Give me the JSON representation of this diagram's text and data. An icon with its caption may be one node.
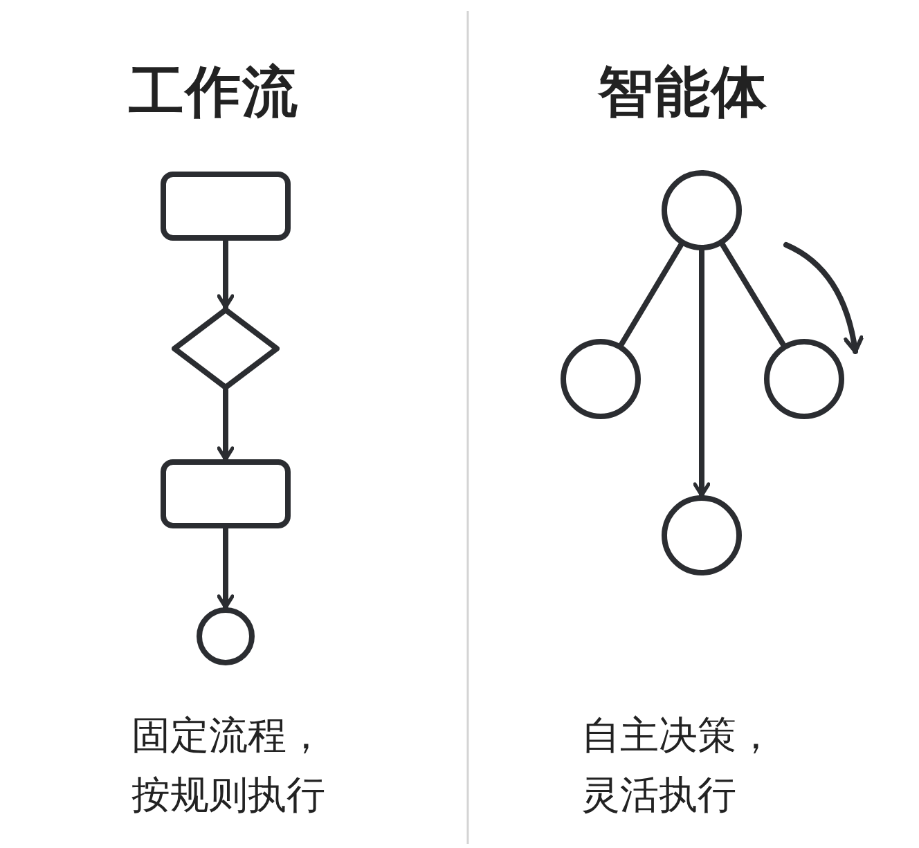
{
  "diagram": {
    "nodes": [
      {
        "text": [],
        "shape": "box"
      },
      {
        "text": [],
        "shape": "diamond"
      },
      {
        "text": [],
        "shape": "box"
      },
      {
        "text": [],
        "shape": "circle"
      },
      {
        "text": [],
        "shape": "circle"
      },
      {
        "text": [],
        "shape": "circle"
      },
      {
        "text": [],
        "shape": "circle"
      },
      {
        "text": [],
        "shape": "circle"
      }
    ],
    "edges": [
      {
        "from": 0,
        "to": 1,
        "arrow": "to"
      },
      {
        "from": 1,
        "to": 2,
        "arrow": "to"
      },
      {
        "from": 2,
        "to": 3,
        "arrow": "to"
      },
      {
        "from": 4,
        "to": 5,
        "arrow": "none"
      },
      {
        "from": 4,
        "to": 7,
        "arrow": "to"
      },
      {
        "from": 4,
        "to": 6,
        "arrow": "none"
      }
    ],
    "labels": [
      "工作流",
      "智能体",
      "固定流程，按规则执行",
      "自主决策，灵活执行"
    ]
  }
}
